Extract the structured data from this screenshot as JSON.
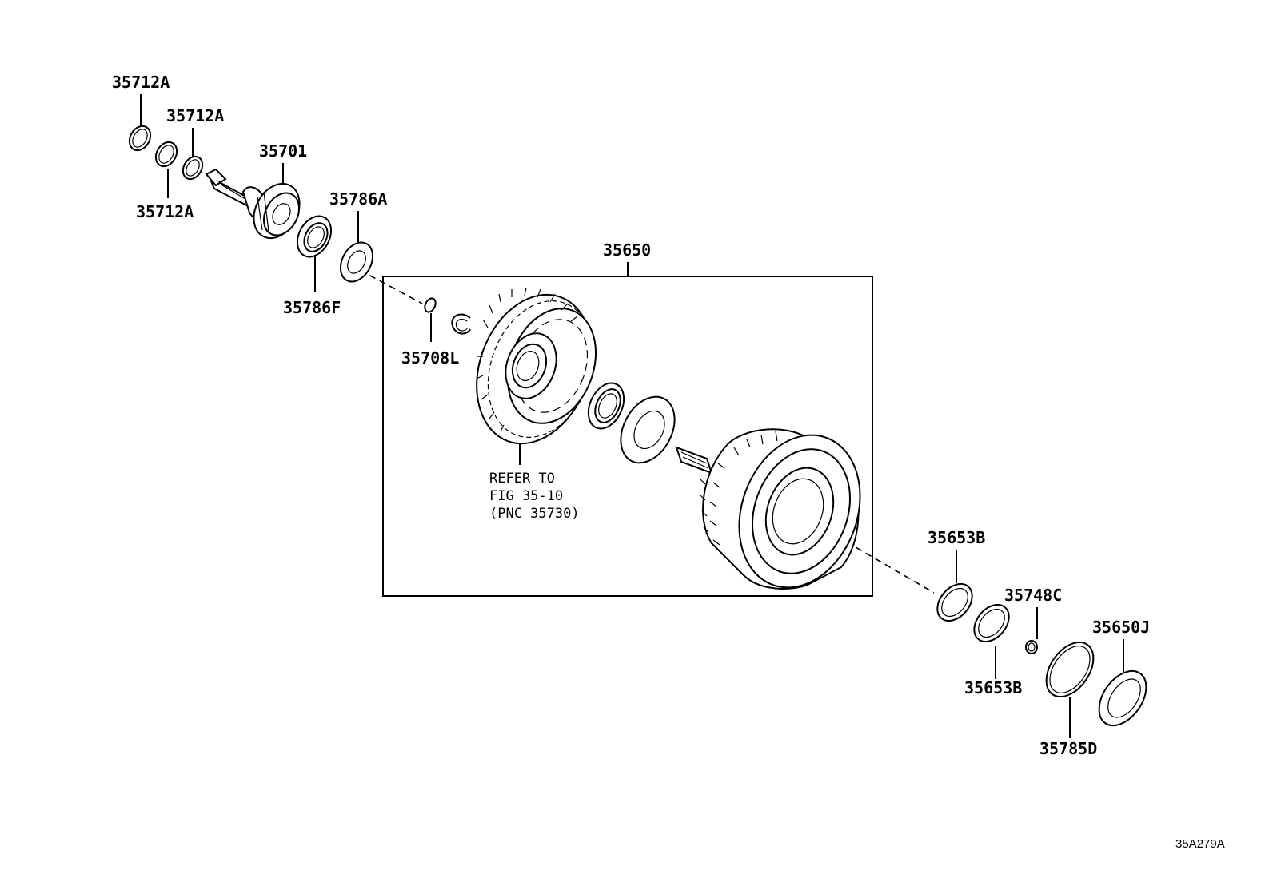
{
  "labels": {
    "p35712A_top": "35712A",
    "p35712A_mid": "35712A",
    "p35712A_low": "35712A",
    "p35701": "35701",
    "p35786A": "35786A",
    "p35786F": "35786F",
    "p35650": "35650",
    "p35708L": "35708L",
    "p35653B_top": "35653B",
    "p35653B_low": "35653B",
    "p35748C": "35748C",
    "p35650J": "35650J",
    "p35785D": "35785D"
  },
  "note": {
    "line1": "REFER TO",
    "line2": "FIG 35-10",
    "line3": "(PNC 35730)"
  },
  "figure_code": "35A279A"
}
